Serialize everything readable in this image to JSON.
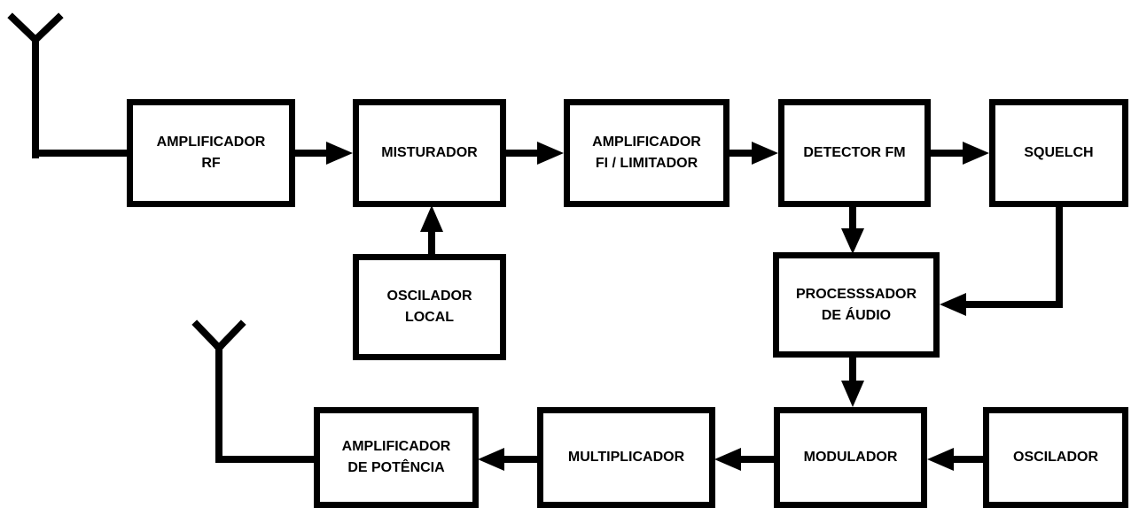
{
  "blocks": {
    "amp_rf": "AMPLIFICADOR\nRF",
    "misturador": "MISTURADOR",
    "amp_fi": "AMPLIFICADOR\nFI / LIMITADOR",
    "detector_fm": "DETECTOR FM",
    "squelch": "SQUELCH",
    "oscilador_local": "OSCILADOR\nLOCAL",
    "processador_audio": "PROCESSSADOR\nDE ÁUDIO",
    "amp_potencia": "AMPLIFICADOR\nDE POTÊNCIA",
    "multiplicador": "MULTIPLICADOR",
    "modulador": "MODULADOR",
    "oscilador": "OSCILADOR"
  },
  "colors": {
    "line": "#000000",
    "background": "#ffffff"
  },
  "icons": [
    "receive-antenna-icon",
    "transmit-antenna-icon"
  ]
}
